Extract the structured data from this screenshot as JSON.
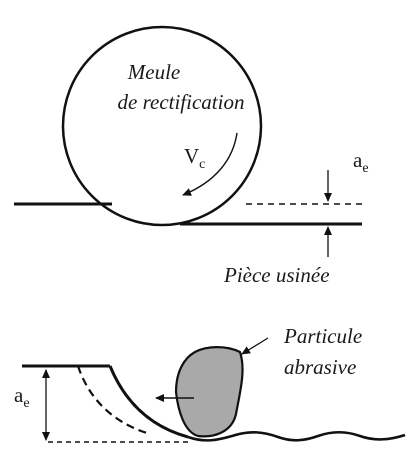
{
  "labels": {
    "wheel_line1": "Meule",
    "wheel_line2": "de rectification",
    "speed_main": "V",
    "speed_sub": "c",
    "depth_main": "a",
    "depth_sub": "e",
    "workpiece": "Pièce usinée",
    "particle_line1": "Particule",
    "particle_line2": "abrasive",
    "depth2_main": "a",
    "depth2_sub": "e"
  },
  "colors": {
    "ink": "#111111",
    "particle_fill": "#a9a9a9",
    "background": "#ffffff"
  }
}
